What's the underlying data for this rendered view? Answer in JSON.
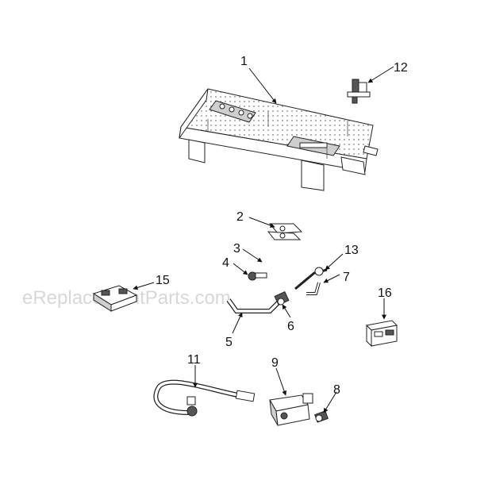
{
  "watermark": "eReplacementParts.com",
  "callouts": [
    {
      "id": "1",
      "label": "1"
    },
    {
      "id": "2",
      "label": "2"
    },
    {
      "id": "3",
      "label": "3"
    },
    {
      "id": "4",
      "label": "4"
    },
    {
      "id": "5",
      "label": "5"
    },
    {
      "id": "6",
      "label": "6"
    },
    {
      "id": "7",
      "label": "7"
    },
    {
      "id": "8",
      "label": "8"
    },
    {
      "id": "9",
      "label": "9"
    },
    {
      "id": "11",
      "label": "11"
    },
    {
      "id": "12",
      "label": "12"
    },
    {
      "id": "13",
      "label": "13"
    },
    {
      "id": "15",
      "label": "15"
    },
    {
      "id": "16",
      "label": "16"
    }
  ]
}
